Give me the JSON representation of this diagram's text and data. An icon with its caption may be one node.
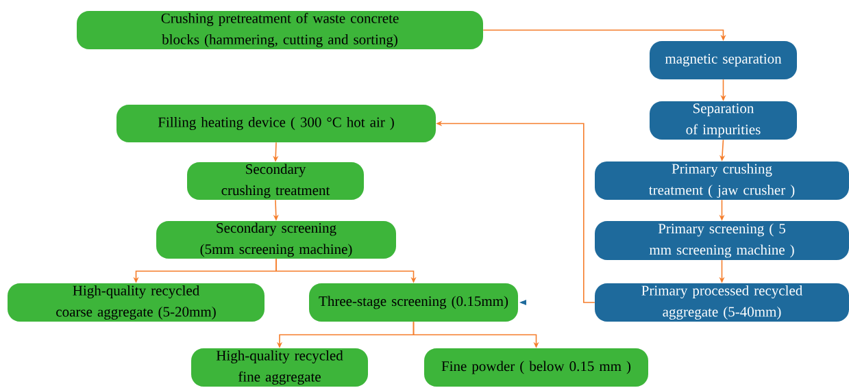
{
  "diagram": {
    "nodes": [
      {
        "text": [
          "Crushing pretreatment of waste concrete blocks (hammering, cutting and sorting)"
        ]
      },
      {
        "text": [
          "magnetic separation"
        ]
      },
      {
        "text": [
          "Separation of impurities"
        ]
      },
      {
        "text": [
          "Primary crushing treatment ( jaw crusher )"
        ]
      },
      {
        "text": [
          "Primary screening ( 5 mm screening machine )"
        ]
      },
      {
        "text": [
          "Primary processed recycled aggregate (5-40mm)"
        ]
      },
      {
        "text": [
          "Filling heating device ( 300 °C hot air )"
        ]
      },
      {
        "text": [
          "Secondary crushing treatment"
        ]
      },
      {
        "text": [
          "Secondary screening (5mm screening machine)"
        ]
      },
      {
        "text": [
          "High-quality recycled coarse aggregate (5-20mm)"
        ]
      },
      {
        "text": [
          "Three-stage screening (0.15mm)"
        ]
      },
      {
        "text": [
          "High-quality recycled fine aggregate"
        ]
      },
      {
        "text": [
          "Fine powder ( below 0.15 mm )"
        ]
      }
    ],
    "edges": [
      {
        "from": 0,
        "to": 1,
        "arrow": "to"
      },
      {
        "from": 1,
        "to": 2,
        "arrow": "to"
      },
      {
        "from": 2,
        "to": 3,
        "arrow": "to"
      },
      {
        "from": 3,
        "to": 4,
        "arrow": "to"
      },
      {
        "from": 4,
        "to": 5,
        "arrow": "to"
      },
      {
        "from": 5,
        "to": 6,
        "arrow": "to"
      },
      {
        "from": 6,
        "to": 7,
        "arrow": "to"
      },
      {
        "from": 7,
        "to": 8,
        "arrow": "to"
      },
      {
        "from": 8,
        "to": 9,
        "arrow": "to"
      },
      {
        "from": 8,
        "to": 10,
        "arrow": "to"
      },
      {
        "from": 10,
        "to": 11,
        "arrow": "to"
      },
      {
        "from": 10,
        "to": 12,
        "arrow": "to"
      }
    ]
  }
}
